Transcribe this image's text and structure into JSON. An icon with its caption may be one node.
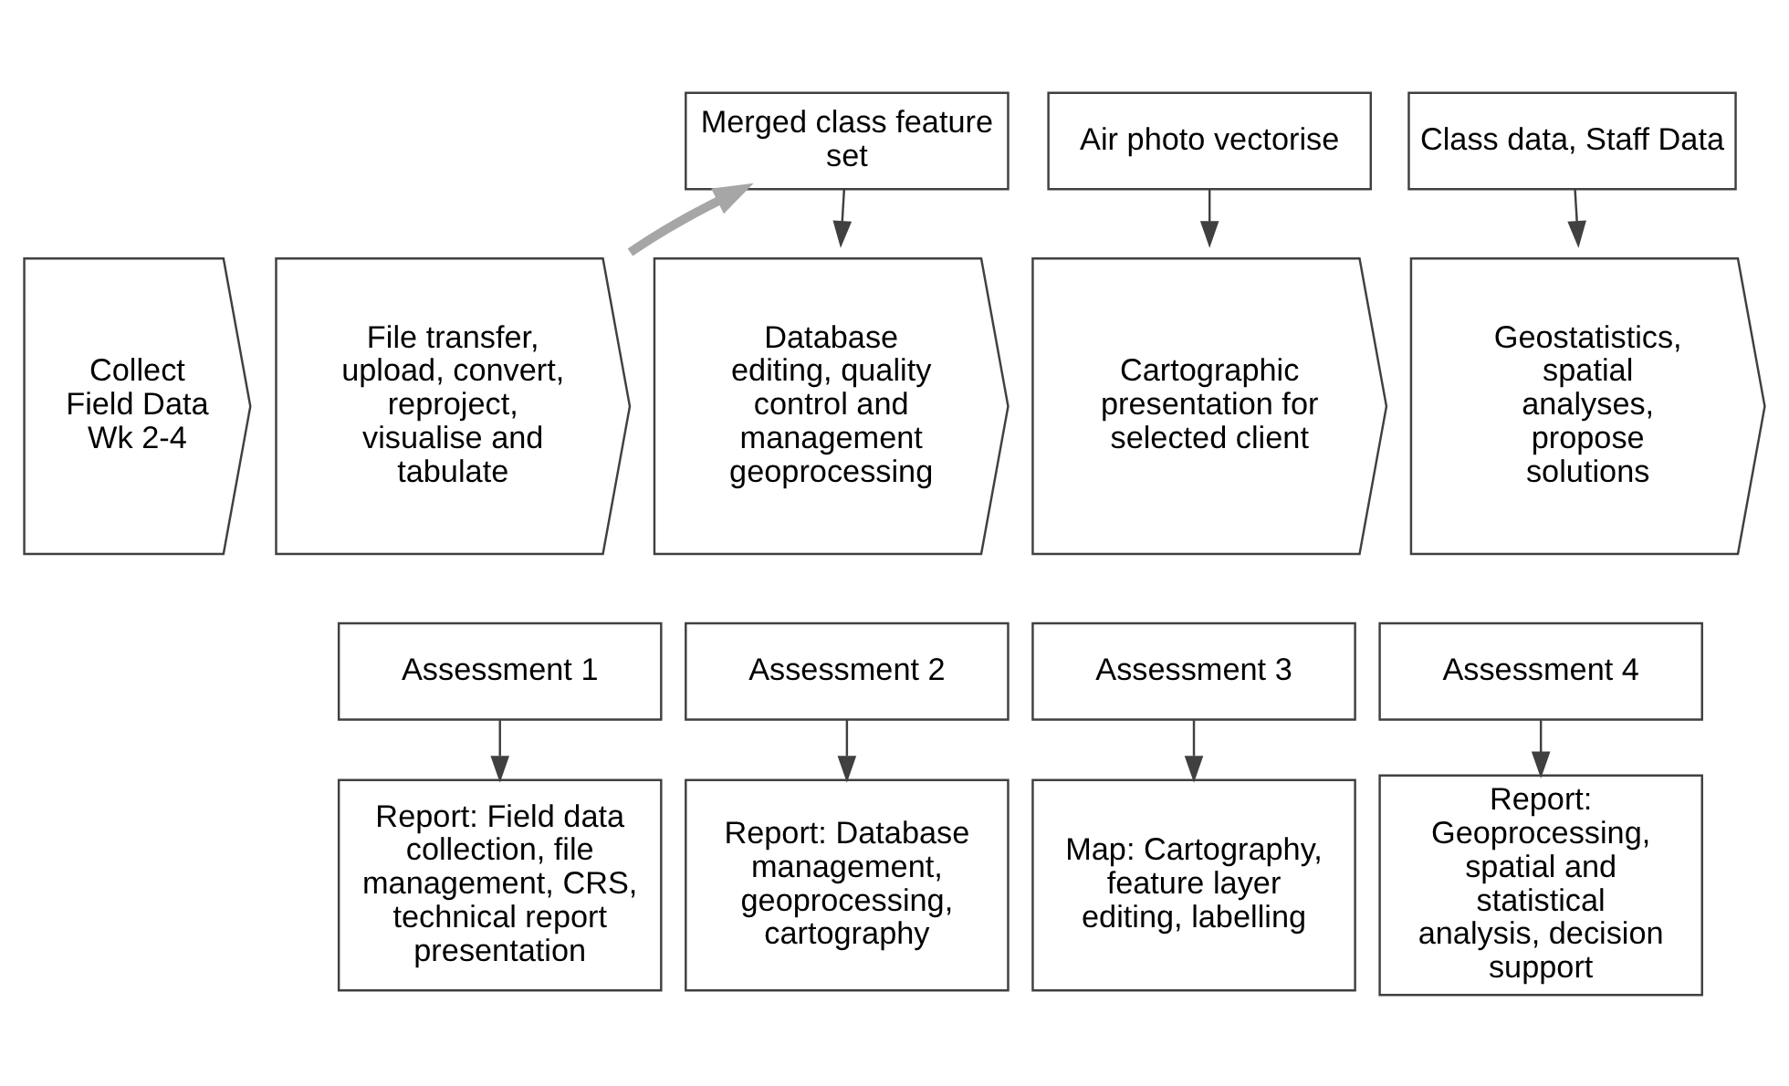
{
  "diagram": {
    "nodes": [
      {
        "text": [
          "Merged class feature set"
        ]
      },
      {
        "text": [
          "Air photo vectorise"
        ]
      },
      {
        "text": [
          "Class data, Staff Data"
        ]
      },
      {
        "text": [
          "Collect Field Data Wk 2-4"
        ]
      },
      {
        "text": [
          "File transfer, upload, convert, reproject, visualise and tabulate"
        ]
      },
      {
        "text": [
          "Database editing, quality control and management geoprocessing"
        ]
      },
      {
        "text": [
          "Cartographic presentation for selected client"
        ]
      },
      {
        "text": [
          "Geostatistics, spatial analyses, propose solutions"
        ]
      },
      {
        "text": [
          "Assessment 1"
        ]
      },
      {
        "text": [
          "Assessment 2"
        ]
      },
      {
        "text": [
          "Assessment 3"
        ]
      },
      {
        "text": [
          "Assessment 4"
        ]
      },
      {
        "text": [
          "Report: Field data collection, file management, CRS, technical report presentation"
        ]
      },
      {
        "text": [
          "Report: Database management, geoprocessing, cartography"
        ]
      },
      {
        "text": [
          "Map: Cartography, feature layer editing, labelling"
        ]
      },
      {
        "text": [
          "Report: Geoprocessing, spatial and statistical analysis, decision support"
        ]
      }
    ],
    "edges": [
      {
        "from": 0,
        "to": 5,
        "arrow": "to"
      },
      {
        "from": 1,
        "to": 6,
        "arrow": "to"
      },
      {
        "from": 2,
        "to": 7,
        "arrow": "to"
      },
      {
        "from": 4,
        "to": 0,
        "arrow": "to",
        "style": "thick",
        "color": "#a6a6a6"
      },
      {
        "from": 8,
        "to": 12,
        "arrow": "to"
      },
      {
        "from": 9,
        "to": 13,
        "arrow": "to"
      },
      {
        "from": 10,
        "to": 14,
        "arrow": "to"
      },
      {
        "from": 11,
        "to": 15,
        "arrow": "to"
      }
    ]
  }
}
